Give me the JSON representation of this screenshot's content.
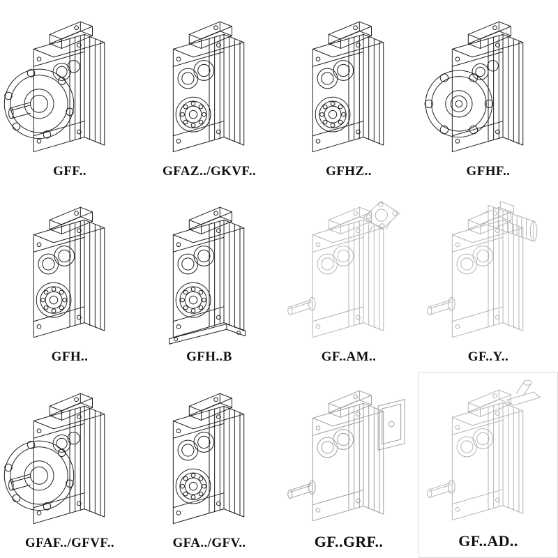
{
  "page": {
    "background": "#ffffff"
  },
  "catalog": {
    "rows": 3,
    "cols": 4,
    "ink": "#1f1f1f",
    "light_ink": "#b4b4b4"
  },
  "cells": [
    {
      "label": "GFF..",
      "symbol": "#sym-flange-shaft",
      "stroke": "#1f1f1f"
    },
    {
      "label": "GFAZ../GKVF..",
      "symbol": "#sym-hollow",
      "stroke": "#1f1f1f"
    },
    {
      "label": "GFHZ..",
      "symbol": "#sym-hollow",
      "stroke": "#1f1f1f"
    },
    {
      "label": "GFHF..",
      "symbol": "#sym-flange-face",
      "stroke": "#1f1f1f"
    },
    {
      "label": "GFH..",
      "symbol": "#sym-hollow",
      "stroke": "#1f1f1f"
    },
    {
      "label": "GFH..B",
      "symbol": "#sym-foot",
      "stroke": "#1f1f1f"
    },
    {
      "label": "GF..AM..",
      "symbol": "#sym-adapter",
      "stroke": "#b4b4b4"
    },
    {
      "label": "GF..Y..",
      "symbol": "#sym-motor",
      "stroke": "#b4b4b4"
    },
    {
      "label": "GFAF../GFVF..",
      "symbol": "#sym-flange-shaft",
      "stroke": "#1f1f1f"
    },
    {
      "label": "GFA../GFV..",
      "symbol": "#sym-hollow",
      "stroke": "#1f1f1f"
    },
    {
      "label": "GF..GRF..",
      "symbol": "#sym-grf",
      "stroke": "#9e9e9e"
    },
    {
      "label": "GF..AD..",
      "symbol": "#sym-rear",
      "stroke": "#b4b4b4"
    }
  ]
}
